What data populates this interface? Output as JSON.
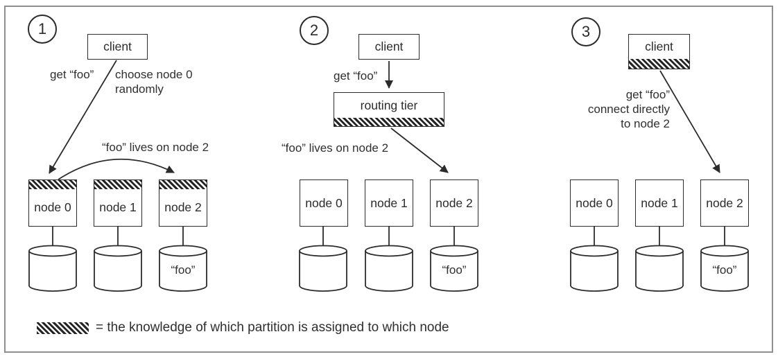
{
  "legend": {
    "text": "= the knowledge of which partition is assigned to which node"
  },
  "colors": {
    "ink": "#2b2b2b",
    "frame": "#8f8f8f",
    "background": "#ffffff"
  },
  "panels": [
    {
      "step": "1",
      "client_label": "client",
      "request_label": "get “foo”",
      "note": "choose node 0\nrandomly",
      "arrow_label": "“foo” lives on node 2",
      "nodes": [
        {
          "label": "node 0",
          "has_knowledge": true,
          "store": ""
        },
        {
          "label": "node 1",
          "has_knowledge": true,
          "store": ""
        },
        {
          "label": "node 2",
          "has_knowledge": true,
          "store": "“foo”"
        }
      ]
    },
    {
      "step": "2",
      "client_label": "client",
      "request_label": "get “foo”",
      "router_label": "routing tier",
      "arrow_label": "“foo” lives on node 2",
      "nodes": [
        {
          "label": "node 0",
          "has_knowledge": false,
          "store": ""
        },
        {
          "label": "node 1",
          "has_knowledge": false,
          "store": ""
        },
        {
          "label": "node 2",
          "has_knowledge": false,
          "store": "“foo”"
        }
      ]
    },
    {
      "step": "3",
      "client_label": "client",
      "client_has_knowledge": true,
      "request_label": "get “foo”",
      "note": "connect directly\nto node 2",
      "nodes": [
        {
          "label": "node 0",
          "has_knowledge": false,
          "store": ""
        },
        {
          "label": "node 1",
          "has_knowledge": false,
          "store": ""
        },
        {
          "label": "node 2",
          "has_knowledge": false,
          "store": "“foo”"
        }
      ]
    }
  ]
}
